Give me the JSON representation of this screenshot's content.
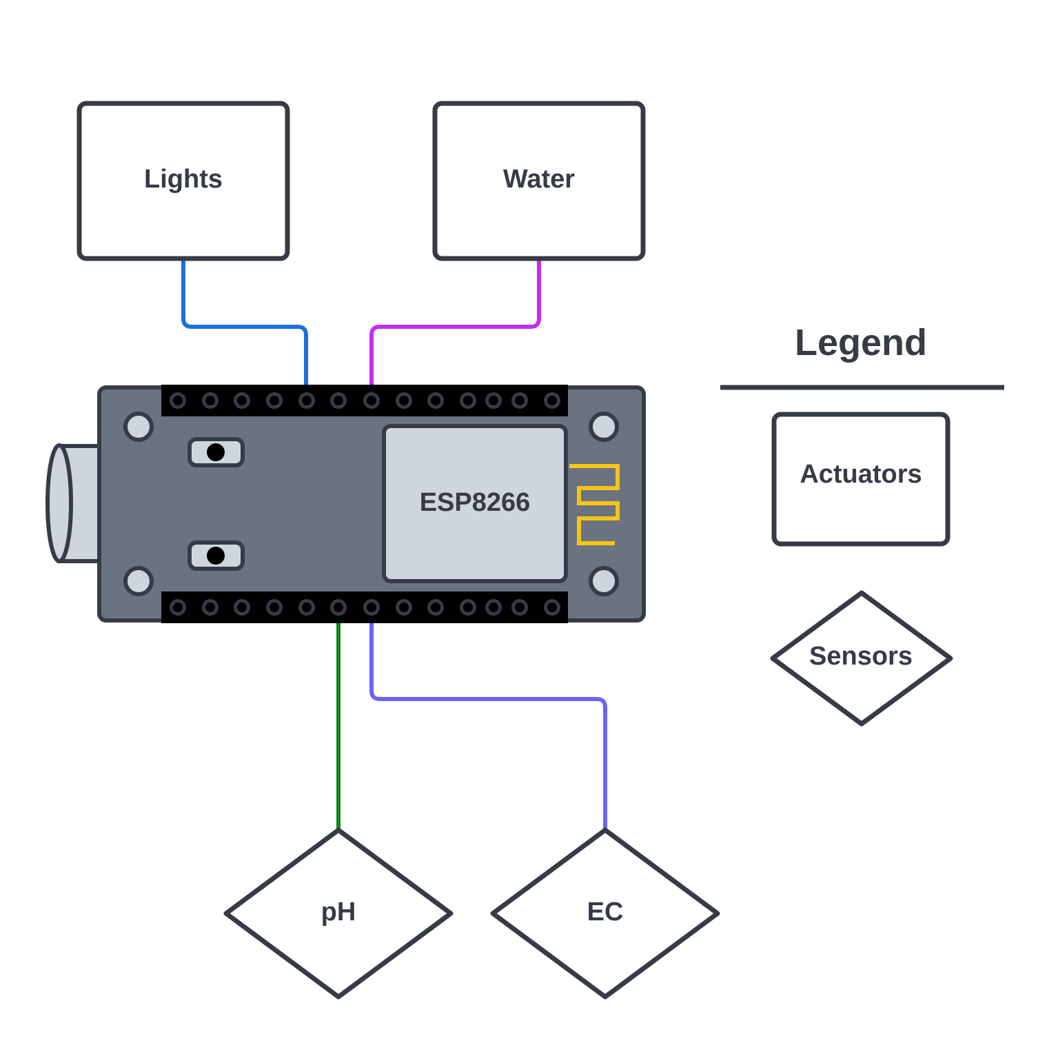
{
  "actuators": [
    {
      "id": "lights",
      "label": "Lights",
      "wire_color": "#1a6fe0"
    },
    {
      "id": "water",
      "label": "Water",
      "wire_color": "#bf2ff0"
    }
  ],
  "sensors": [
    {
      "id": "ph",
      "label": "pH",
      "wire_color": "#0a8a17"
    },
    {
      "id": "ec",
      "label": "EC",
      "wire_color": "#6a63ff"
    }
  ],
  "board": {
    "module_label": "ESP8266",
    "pins_per_row": 13,
    "antenna_color": "#f5c518"
  },
  "legend": {
    "title": "Legend",
    "actuators_label": "Actuators",
    "sensors_label": "Sensors"
  },
  "colors": {
    "outline": "#363b45",
    "board": "#6b7280",
    "module": "#cfd5de",
    "header": "#000000"
  }
}
